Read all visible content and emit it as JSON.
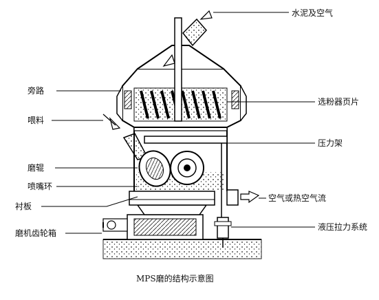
{
  "labels": {
    "cement_air": "水泥及空气",
    "separator_blades": "选粉器页片",
    "pressure_frame": "压力架",
    "air_or_hot_air": "空气或热空气流",
    "hydraulic_system": "液压拉力系统",
    "bypass": "旁路",
    "feed": "喂料",
    "grinding_roller": "磨辊",
    "nozzle_ring": "喷嘴环",
    "liner": "衬板",
    "gearbox": "磨机齿轮箱"
  },
  "caption": "MPS磨的结构示意图"
}
